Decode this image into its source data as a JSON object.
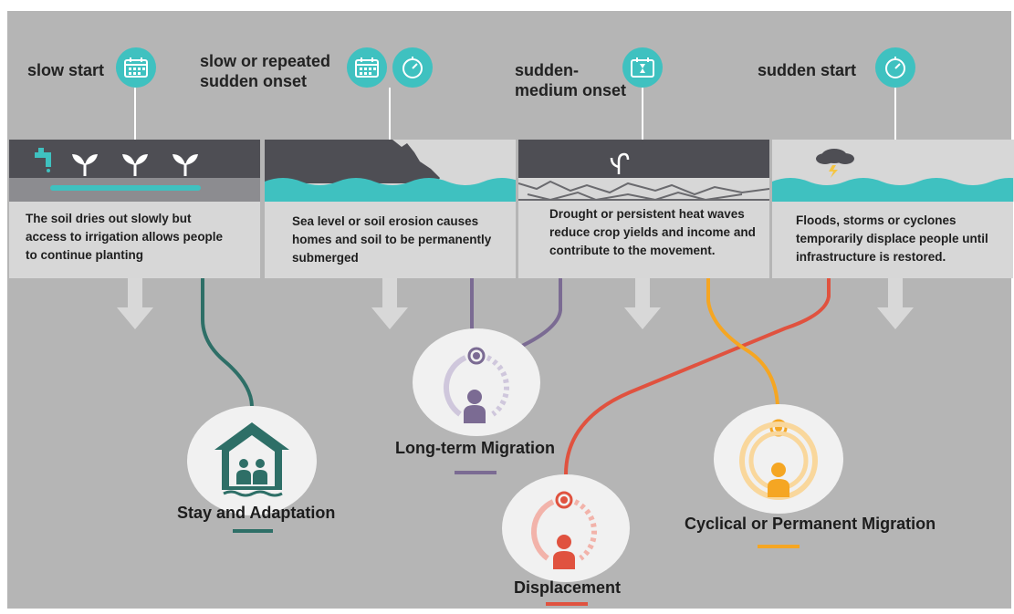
{
  "onsets": [
    {
      "label": "slow start",
      "icons": [
        "calendar-icon"
      ]
    },
    {
      "label": "slow or repeated\nsudden onset",
      "icons": [
        "calendar-icon",
        "stopwatch-icon"
      ]
    },
    {
      "label": "sudden-\nmedium onset",
      "icons": [
        "hourglass-calendar-icon"
      ]
    },
    {
      "label": "sudden start",
      "icons": [
        "stopwatch-icon"
      ]
    }
  ],
  "panels": [
    {
      "description": "The soil dries out slowly but access to irrigation allows people to continue planting",
      "scene_icons": [
        "faucet-icon",
        "sprout-icon",
        "sprout-icon",
        "sprout-icon"
      ]
    },
    {
      "description": "Sea level or soil erosion causes homes and soil to be permanently submerged",
      "scene_icons": [
        "wave-icon"
      ]
    },
    {
      "description": "Drought or persistent heat waves reduce crop yields and income and contribute to the movement.",
      "scene_icons": [
        "wilted-plant-icon",
        "cracked-earth-icon"
      ]
    },
    {
      "description": "Floods, storms or cyclones temporarily displace people until infrastructure is restored.",
      "scene_icons": [
        "storm-cloud-icon",
        "wave-icon"
      ]
    }
  ],
  "outcomes": [
    {
      "label": "Stay and Adaptation",
      "color": "#2e6f67",
      "icon": "house-people-icon"
    },
    {
      "label": "Long-term Migration",
      "color": "#7b6b93",
      "icon": "person-cycle-icon"
    },
    {
      "label": "Displacement",
      "color": "#e0523f",
      "icon": "person-cycle-icon"
    },
    {
      "label": "Cyclical or Permanent Migration",
      "color": "#f5a623",
      "icon": "person-cycle-icon"
    }
  ],
  "colors": {
    "teal": "#3fc1c0",
    "dark_band": "#4e4e54",
    "background": "#b5b5b5"
  }
}
